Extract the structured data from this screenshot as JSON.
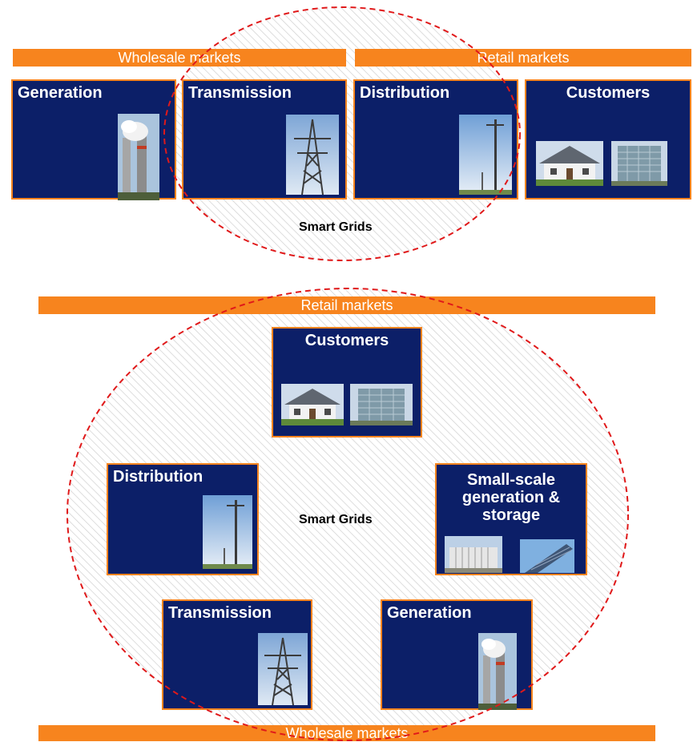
{
  "colors": {
    "orange": "#f7841e",
    "navy": "#0c1f68",
    "ellipse": "#e0191a"
  },
  "top": {
    "wholesale_bar": "Wholesale markets",
    "retail_bar": "Retail markets",
    "boxes": {
      "generation": "Generation",
      "transmission": "Transmission",
      "distribution": "Distribution",
      "customers": "Customers"
    },
    "smart_grids": "Smart Grids"
  },
  "bottom": {
    "retail_bar": "Retail markets",
    "wholesale_bar": "Wholesale markets",
    "boxes": {
      "customers": "Customers",
      "distribution": "Distribution",
      "small_scale": "Small-scale generation & storage",
      "transmission": "Transmission",
      "generation": "Generation"
    },
    "smart_grids": "Smart Grids"
  },
  "icons": [
    "smokestack-photo",
    "pylon-photo",
    "utility-pole-photo",
    "house-photo",
    "office-building-photo",
    "battery-storage-photo",
    "solar-panel-photo"
  ]
}
